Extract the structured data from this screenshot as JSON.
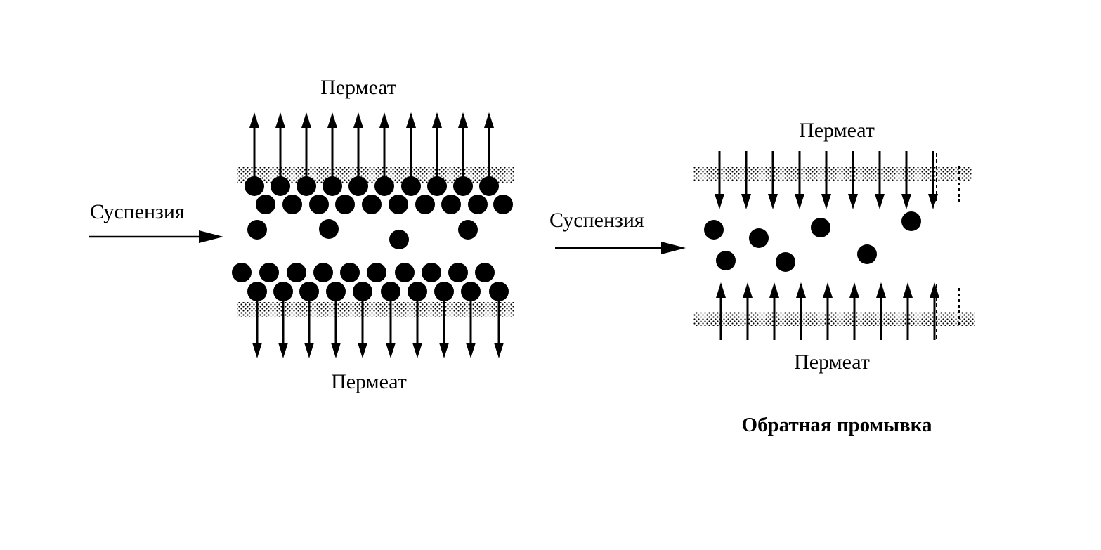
{
  "colors": {
    "ink": "#000000",
    "background": "#ffffff"
  },
  "filtration": {
    "permeate_top": "Пермеат",
    "permeate_bottom": "Пермеат",
    "suspension": "Суспензия"
  },
  "backwash": {
    "permeate_top": "Пермеат",
    "permeate_bottom": "Пермеат",
    "suspension": "Суспензия",
    "caption": "Обратная промывка"
  }
}
